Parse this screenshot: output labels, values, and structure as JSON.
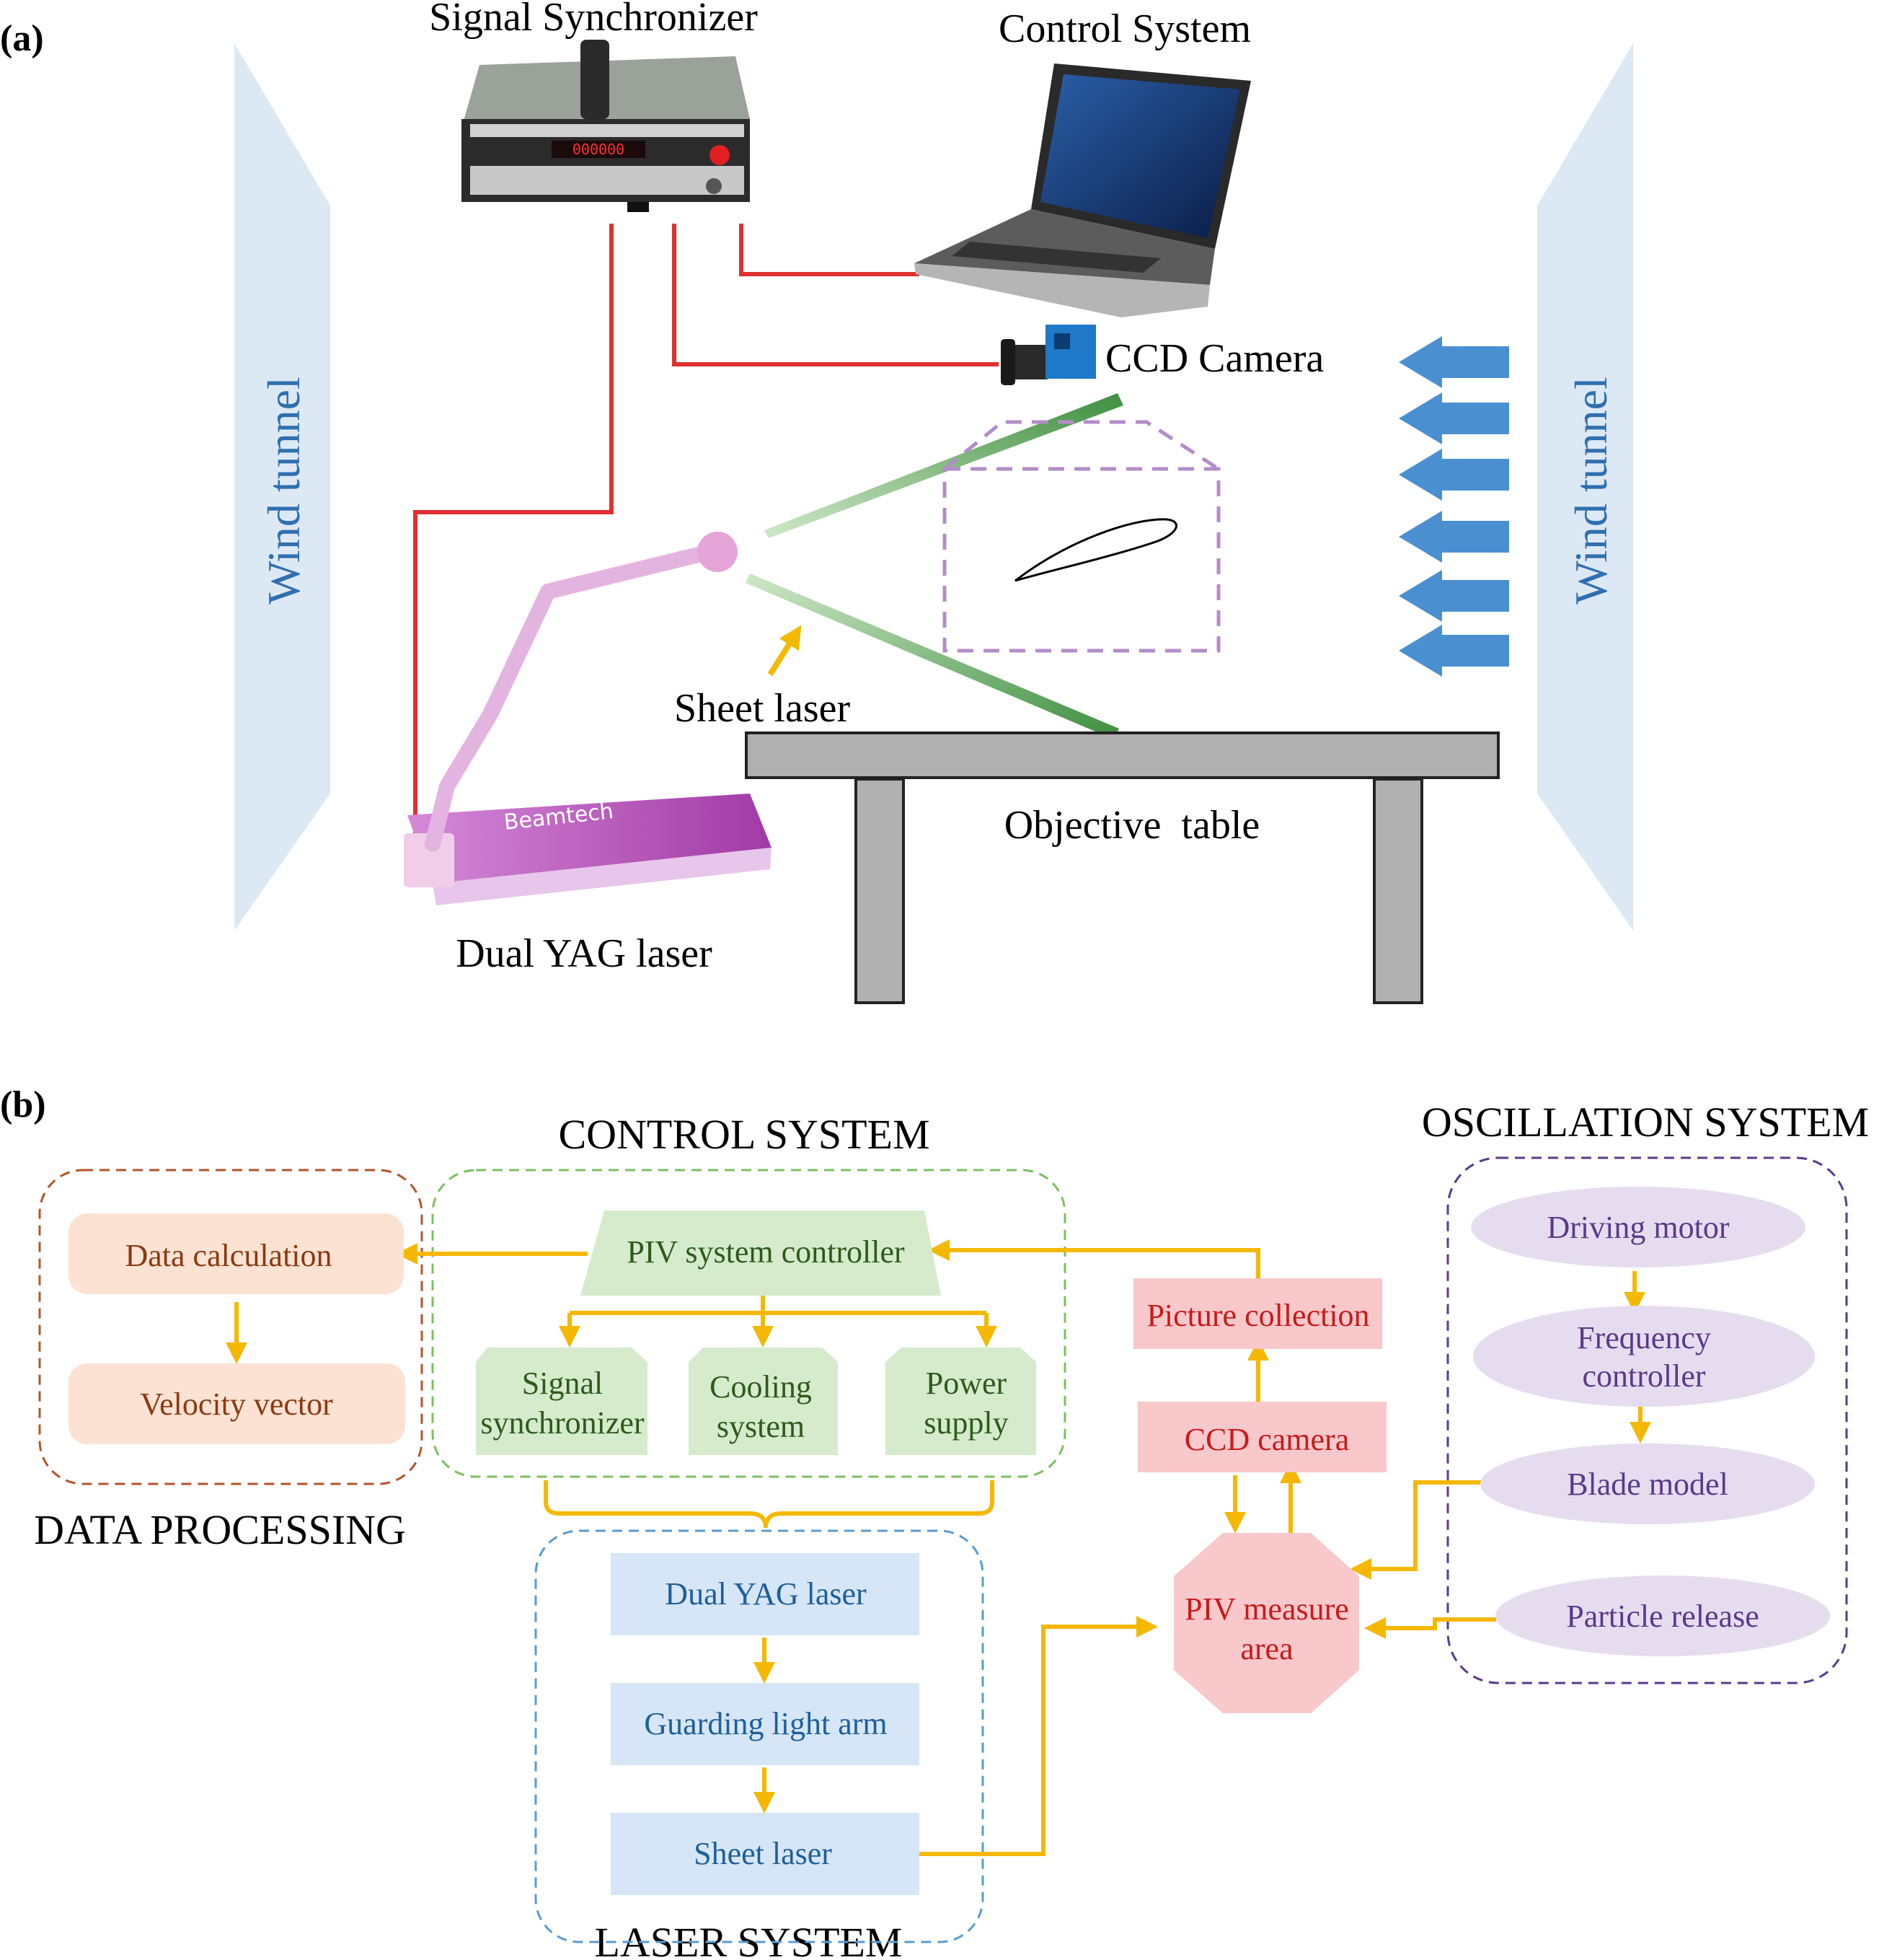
{
  "panel_a": {
    "panel_label": "(a)",
    "signal_synchronizer_label": "Signal Synchronizer",
    "control_system_label": "Control System",
    "ccd_camera_label": "CCD Camera",
    "wind_tunnel_left_label": "Wind tunnel",
    "wind_tunnel_right_label": "Wind tunnel",
    "sheet_laser_label": "Sheet laser",
    "objective_table_label": "Objective  table",
    "dual_yag_label": "Dual YAG laser",
    "laser_brand_text": "Beamtech",
    "colors": {
      "wind_tunnel": "#dce9f5",
      "wind_tunnel_text": "#2f6fb0",
      "cable": "#e03030",
      "flow_arrow": "#4a90d0",
      "laser_sheet": "#3f8f3f",
      "measure_box": "#b48cc8",
      "table": "#b0b0b0",
      "sheet_pointer": "#f5b800"
    }
  },
  "panel_b": {
    "panel_label": "(b)",
    "control_system": {
      "title": "CONTROL SYSTEM",
      "controller": "PIV system controller",
      "signal_line1": "Signal",
      "signal_line2": "synchronizer",
      "cooling_line1": "Cooling",
      "cooling_line2": "system",
      "power_line1": "Power",
      "power_line2": "supply"
    },
    "data_processing": {
      "title": "DATA PROCESSING",
      "calc": "Data calculation",
      "velocity": "Velocity vector"
    },
    "laser_system": {
      "title": "LASER SYSTEM",
      "yag": "Dual YAG laser",
      "arm": "Guarding light arm",
      "sheet": "Sheet laser"
    },
    "imaging": {
      "picture": "Picture collection",
      "ccd": "CCD camera",
      "piv_line1": "PIV measure",
      "piv_line2": "area"
    },
    "oscillation_system": {
      "title": "OSCILLATION SYSTEM",
      "motor": "Driving motor",
      "freq_line1": "Frequency",
      "freq_line2": "controller",
      "blade": "Blade model",
      "particle": "Particle release"
    },
    "colors": {
      "arrow": "#f5b800",
      "control_fill": "#d5ebcc",
      "control_border": "#7cc060",
      "data_fill": "#fbe2d2",
      "data_border": "#b5532a",
      "laser_fill": "#d6e6f6",
      "laser_border": "#5a9bd0",
      "imaging_fill": "#f8c8cb",
      "osc_fill": "#e6dcef",
      "osc_border": "#5a3a8a"
    }
  }
}
